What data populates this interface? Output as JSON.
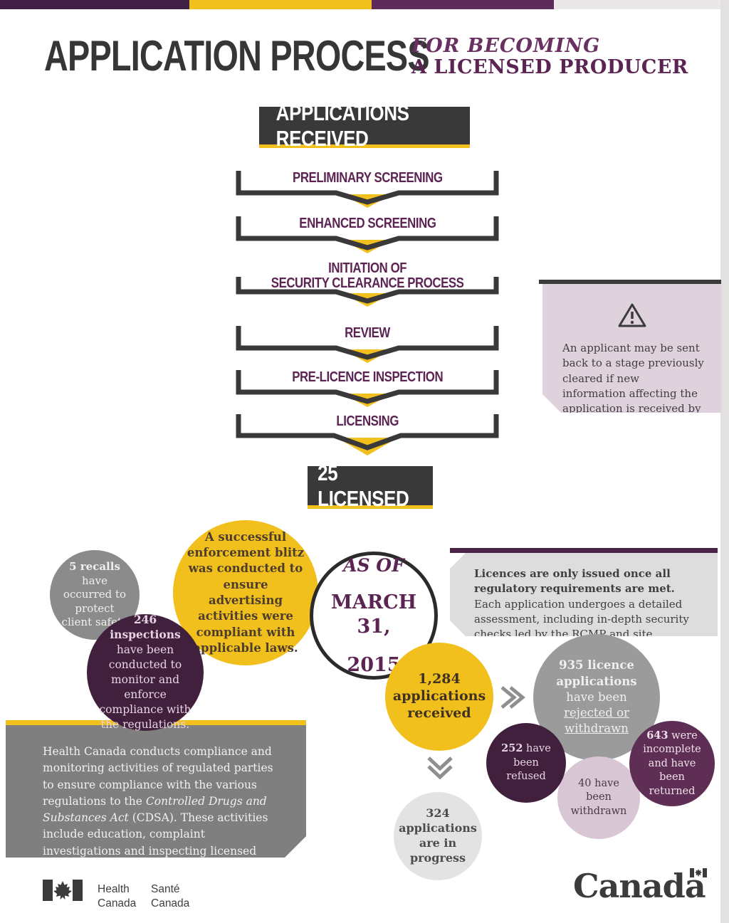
{
  "header": {
    "title": "APPLICATION PROCESS",
    "subtitle1": "FOR BECOMING",
    "subtitle2": "A LICENSED PRODUCER"
  },
  "flow": {
    "start": "APPLICATIONS RECEIVED",
    "steps": [
      "PRELIMINARY SCREENING",
      "ENHANCED SCREENING",
      "INITIATION OF\nSECURITY CLEARANCE PROCESS",
      "REVIEW",
      "PRE-LICENCE INSPECTION",
      "LICENSING"
    ],
    "result": "25 LICENSED"
  },
  "warning": {
    "text": "An applicant may be sent back to a stage previously cleared if new information affecting the application is received by Health Canada."
  },
  "asof": {
    "line1": "AS OF",
    "line2": "MARCH 31,",
    "line3": "2015"
  },
  "stats": {
    "recalls": {
      "bold": "5 recalls",
      "rest": " have occurred to protect client safety"
    },
    "inspections": {
      "bold": "246 inspections",
      "rest": " have been conducted to monitor and enforce compliance with the regulations."
    },
    "blitz": "A successful enforcement blitz was conducted to ensure advertising activities were compliant with applicable laws.",
    "received": "1,284\napplications\nreceived",
    "rejected": {
      "bold": "935 licence applications",
      "mid": " have been ",
      "underlined": "rejected or withdrawn"
    },
    "refused": {
      "bold": "252",
      "rest": " have been refused"
    },
    "withdrawn": "40 have been withdrawn",
    "incomplete": {
      "bold": "643",
      "rest": " were incomplete and have been returned"
    },
    "in_progress": "324\napplications\nare in\nprogress"
  },
  "notes": {
    "licences": {
      "bold": "Licences are only issued once all regulatory requirements are met.",
      "rest": " Each application undergoes a detailed assessment, including in-depth security checks led by the RCMP and site inspections."
    },
    "compliance": {
      "pre": "Health Canada conducts compliance and monitoring activities of regulated parties to ensure compliance with the various regulations to the ",
      "italic": "Controlled Drugs and Substances Act",
      "post": " (CDSA). These activities include education, complaint investigations and inspecting licensed sites, or sites applying to be licensed to conduct regulated activities."
    }
  },
  "footer": {
    "health_line1": "Health",
    "health_line2": "Canada",
    "sante_line1": "Santé",
    "sante_line2": "Canada",
    "wordmark": "Canada"
  },
  "colors": {
    "yellow": "#F2C01C",
    "charcoal": "#393939",
    "purple": "#5C2453",
    "plum_dark": "#41203E",
    "plum_mid": "#5F2E55",
    "stripe_dark": "#402044",
    "stripe_plum": "#5C2B59",
    "gray_circle": "#8B8B8B",
    "gray_circle_lg": "#9B9B9B",
    "pink_circle": "#D9C6D5",
    "light_gray_circle": "#E3E3E3",
    "warning_bg": "#DFD2DD",
    "note_bg": "#DEDDDD",
    "bottom_box": "#7F7F7F"
  },
  "icons": {
    "warning": "warning-triangle",
    "chevron_right": "double-chevron-right",
    "chevron_down": "double-chevron-down",
    "flag": "canada-flag"
  }
}
